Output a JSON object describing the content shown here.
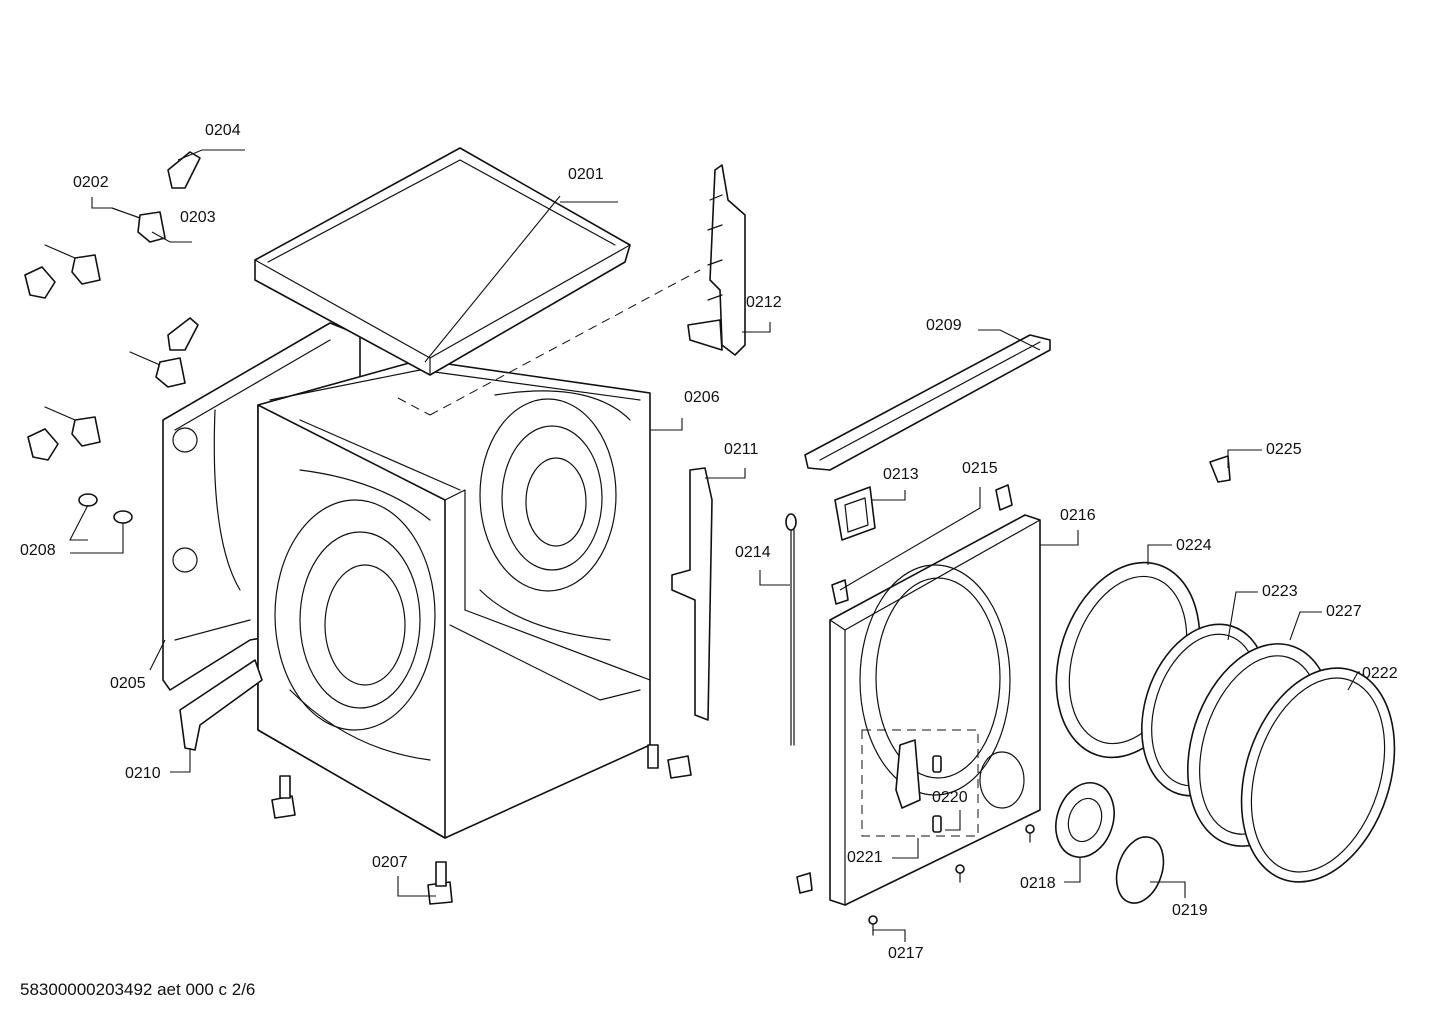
{
  "diagram": {
    "callouts": [
      {
        "id": "0201",
        "label": "0201"
      },
      {
        "id": "0202",
        "label": "0202"
      },
      {
        "id": "0203",
        "label": "0203"
      },
      {
        "id": "0204",
        "label": "0204"
      },
      {
        "id": "0205",
        "label": "0205"
      },
      {
        "id": "0206",
        "label": "0206"
      },
      {
        "id": "0207",
        "label": "0207"
      },
      {
        "id": "0208",
        "label": "0208"
      },
      {
        "id": "0209",
        "label": "0209"
      },
      {
        "id": "0210",
        "label": "0210"
      },
      {
        "id": "0211",
        "label": "0211"
      },
      {
        "id": "0212",
        "label": "0212"
      },
      {
        "id": "0213",
        "label": "0213"
      },
      {
        "id": "0214",
        "label": "0214"
      },
      {
        "id": "0215",
        "label": "0215"
      },
      {
        "id": "0216",
        "label": "0216"
      },
      {
        "id": "0217",
        "label": "0217"
      },
      {
        "id": "0218",
        "label": "0218"
      },
      {
        "id": "0219",
        "label": "0219"
      },
      {
        "id": "0220",
        "label": "0220"
      },
      {
        "id": "0221",
        "label": "0221"
      },
      {
        "id": "0222",
        "label": "0222"
      },
      {
        "id": "0223",
        "label": "0223"
      },
      {
        "id": "0224",
        "label": "0224"
      },
      {
        "id": "0225",
        "label": "0225"
      },
      {
        "id": "0227",
        "label": "0227"
      }
    ]
  },
  "footer": {
    "reference": "58300000203492 aet 000 c 2/6"
  }
}
